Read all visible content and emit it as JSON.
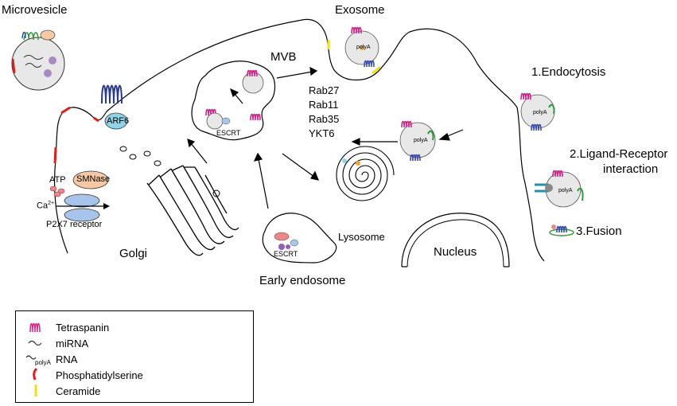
{
  "labels": {
    "microvesicle": "Microvesicle",
    "exosome": "Exosome",
    "mvb": "MVB",
    "arf6": "ARF6",
    "escrt_mvb": "ESCRT",
    "escrt_early": "ESCRT",
    "rab27": "Rab27",
    "rab11": "Rab11",
    "rab35": "Rab35",
    "ykt6": "YKT6",
    "endocytosis": "1.Endocytosis",
    "ligand_receptor_line1": "2.Ligand-Receptor",
    "ligand_receptor_line2": "interaction",
    "fusion": "3.Fusion",
    "lysosome": "Lysosome",
    "nucleus": "Nucleus",
    "golgi": "Golgi",
    "early_endosome": "Early endosome",
    "atp": "ATP",
    "smnase": "SMNase",
    "ca": "Ca",
    "ca_sup": "2+",
    "p2x7": "P2X7 receptor",
    "polya": "polyA"
  },
  "legend": {
    "items": [
      {
        "label": "Tetraspanin",
        "icon": "tetraspanin-icon"
      },
      {
        "label": "miRNA",
        "icon": "mirna-icon"
      },
      {
        "label": "RNA",
        "icon": "rna-polya-icon",
        "sub": "polyA"
      },
      {
        "label": "Phosphatidylserine",
        "icon": "phosphatidylserine-icon"
      },
      {
        "label": "Ceramide",
        "icon": "ceramide-icon"
      }
    ]
  },
  "colors": {
    "tetraspanin": "#d6228a",
    "arf6": "#8fd3e8",
    "receptor_blue": "#a9c4ea",
    "smnase": "#f6c9a6",
    "phosphatidylserine": "#d9211b",
    "ceramide": "#f2e20c",
    "vesicle_fill": "#e8e8e8",
    "purple": "#8f5fb8",
    "green": "#2f9a3a",
    "orange": "#f0a23a",
    "dark_blue": "#2a3a8f"
  }
}
